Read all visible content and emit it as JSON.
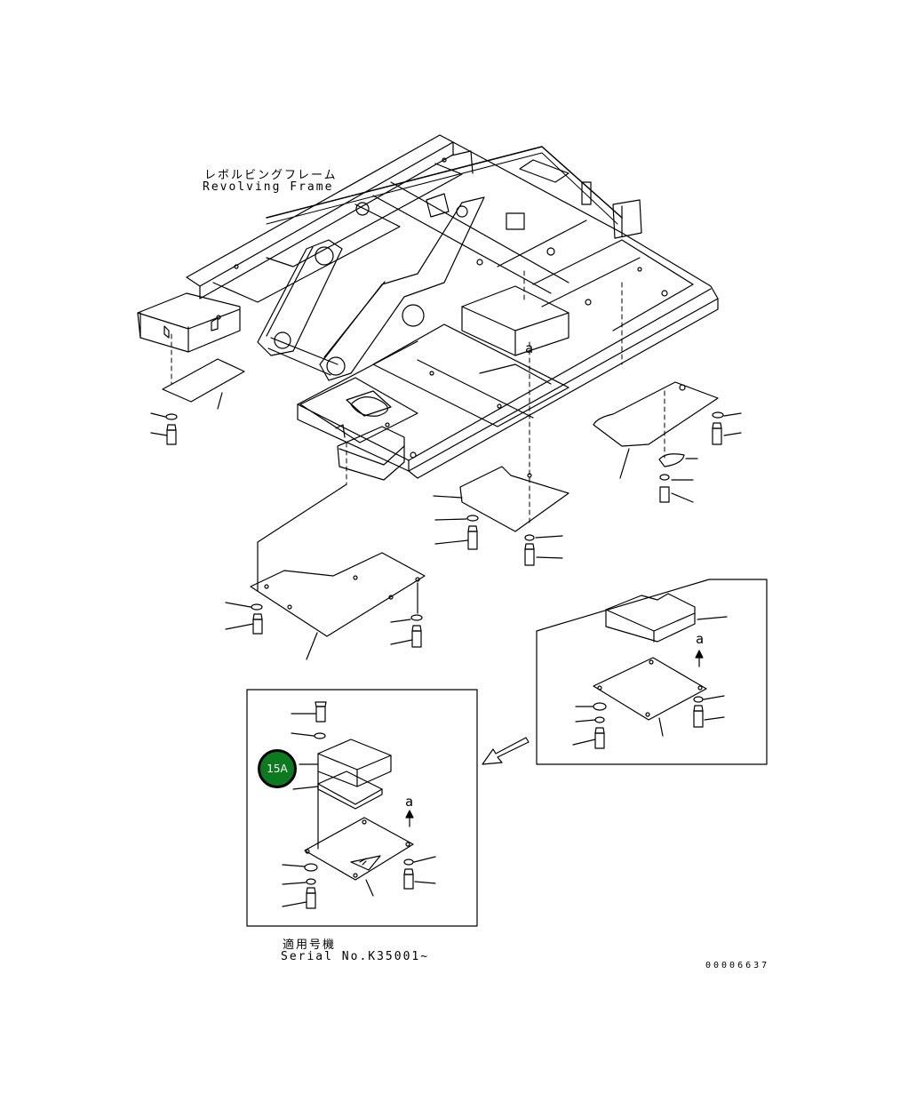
{
  "frame_label": {
    "japanese": "レボルビングフレーム",
    "english": "Revolving Frame"
  },
  "serial": {
    "japanese": "適用号機",
    "english": "Serial No.K35001~"
  },
  "callout": {
    "label": "15A",
    "color": "#0c7a1e"
  },
  "drawing_number": "00006637",
  "part_marks": {
    "arrow_a": "a"
  }
}
